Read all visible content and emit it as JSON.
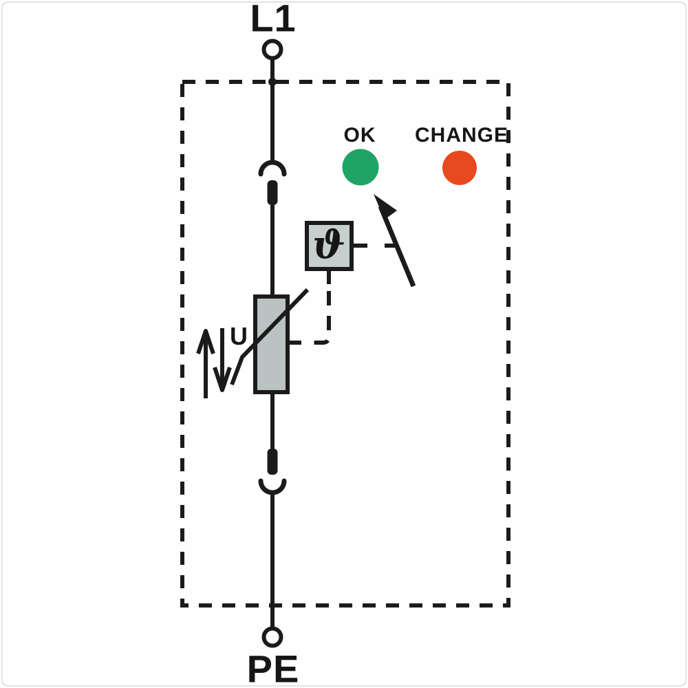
{
  "diagram": {
    "labels": {
      "top_terminal": "L1",
      "bottom_terminal": "PE",
      "indicator_ok": "OK",
      "indicator_change": "CHANGE",
      "voltage": "U",
      "thermal_symbol": "ϑ"
    },
    "colors": {
      "line": "#1b1b1b",
      "ok_indicator": "#1ea565",
      "change_indicator": "#e8491e",
      "varistor_fill": "#bac2c2",
      "thermal_box_fill": "#c6cece"
    }
  }
}
